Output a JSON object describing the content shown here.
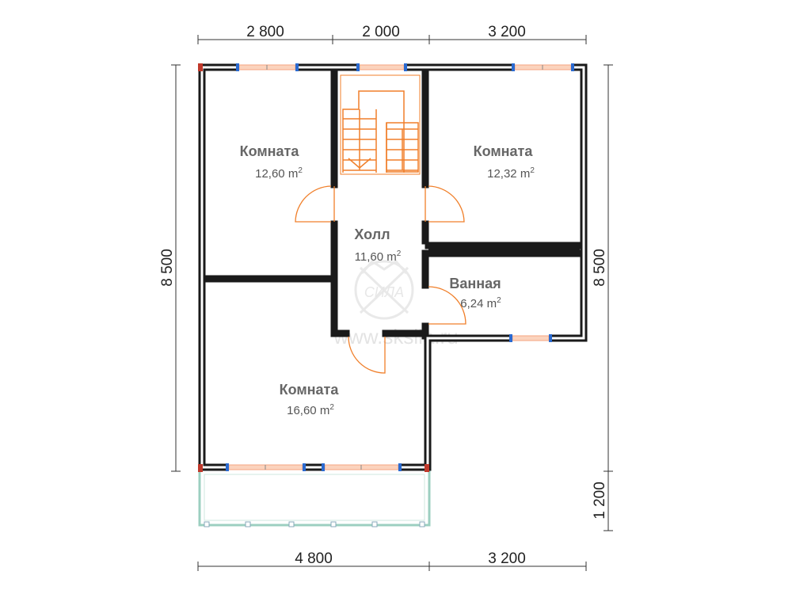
{
  "dimensions": {
    "top": [
      "2 800",
      "2 000",
      "3 200"
    ],
    "bottom": [
      "4 800",
      "3 200"
    ],
    "left": "8 500",
    "right_main": "8 500",
    "right_terrace": "1 200"
  },
  "rooms": [
    {
      "name": "Комната",
      "area": "12,60 m",
      "sup": "2"
    },
    {
      "name": "Комната",
      "area": "12,32 m",
      "sup": "2"
    },
    {
      "name": "Холл",
      "area": "11,60 m",
      "sup": "2"
    },
    {
      "name": "Ванная",
      "area": "6,24 m",
      "sup": "2"
    },
    {
      "name": "Комната",
      "area": "16,60 m",
      "sup": "2"
    }
  ],
  "watermark": {
    "logo_text": "СИЛА",
    "site": "www.sksila.ru"
  },
  "colors": {
    "wall": "#1a1a1a",
    "stairs": "#f07f2a",
    "door": "#f07f2a",
    "window_frame": "#2a6ad0",
    "window_pane": "#f4a582",
    "terrace": "#9ccfc0",
    "corner": "#c0392b"
  }
}
